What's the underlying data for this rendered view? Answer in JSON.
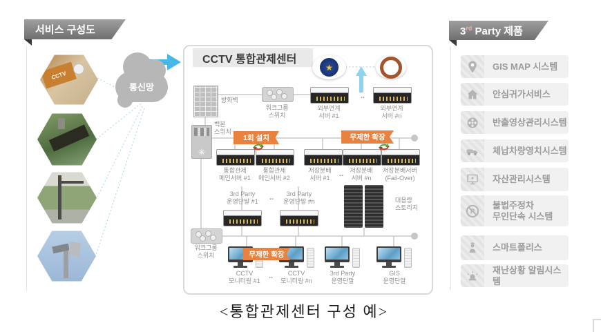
{
  "left": {
    "banner": "서비스 구성도",
    "cloud_label": "통신망",
    "photo1_sign": "CCTV"
  },
  "center": {
    "title": "CCTV 통합관제센터",
    "ribbon_install": "1회 설치",
    "ribbon_expand": "무제한 확장",
    "ribbon_expand_bottom": "무제한 확장",
    "dots": "..",
    "labels": {
      "firewall": "방화벽",
      "workgroup_switch_top": "워크그룹\n스위치",
      "ext_server_1": "외부연계\n서버 #1",
      "ext_server_n": "외부연계\n서버 #n",
      "backbone_switch": "백본\n스위치",
      "main_server_1": "통합관제\n메인서버 #1",
      "main_server_2": "통합관제\n메인서버 #2",
      "dist_server_1": "저장분배\n서버 #1",
      "dist_server_n": "저장분배\n서버 #n",
      "dist_server_failover": "저장분배서버\n(Fail-Over)",
      "party_terminal_1": "3rd Party\n운영단말 #1",
      "party_terminal_n": "3rd Party\n운영단말 #n",
      "storage": "대용량\n스토리지",
      "workgroup_switch_bottom": "워크그룹\n스위치",
      "cctv_monitor_1": "CCTV\n모니터링 #1",
      "cctv_monitor_n": "CCTV\n모니터링 #n",
      "party_terminal": "3rd Party\n운영단말",
      "gis_terminal": "GIS\n운영단말"
    }
  },
  "right_panel": {
    "title_num": "3",
    "title_sup": "rd",
    "title_rest": " Party 제품",
    "items": [
      {
        "label": "GIS MAP 시스템",
        "icon": "location-pin-icon"
      },
      {
        "label": "안심귀가서비스",
        "icon": "home-icon"
      },
      {
        "label": "반출영상관리시스템",
        "icon": "film-reel-icon"
      },
      {
        "label": "체납차량영치시스템",
        "icon": "tow-truck-icon"
      },
      {
        "label": "자산관리시스템",
        "icon": "monitor-icon"
      },
      {
        "label": "불법주정차\n무인단속 시스템",
        "icon": "no-parking-icon"
      },
      {
        "label": "스마트폴리스",
        "icon": "police-officer-icon"
      },
      {
        "label": "재난상황 알림시스템",
        "icon": "siren-icon"
      }
    ]
  },
  "caption": "<통합관제센터 구성 예>"
}
